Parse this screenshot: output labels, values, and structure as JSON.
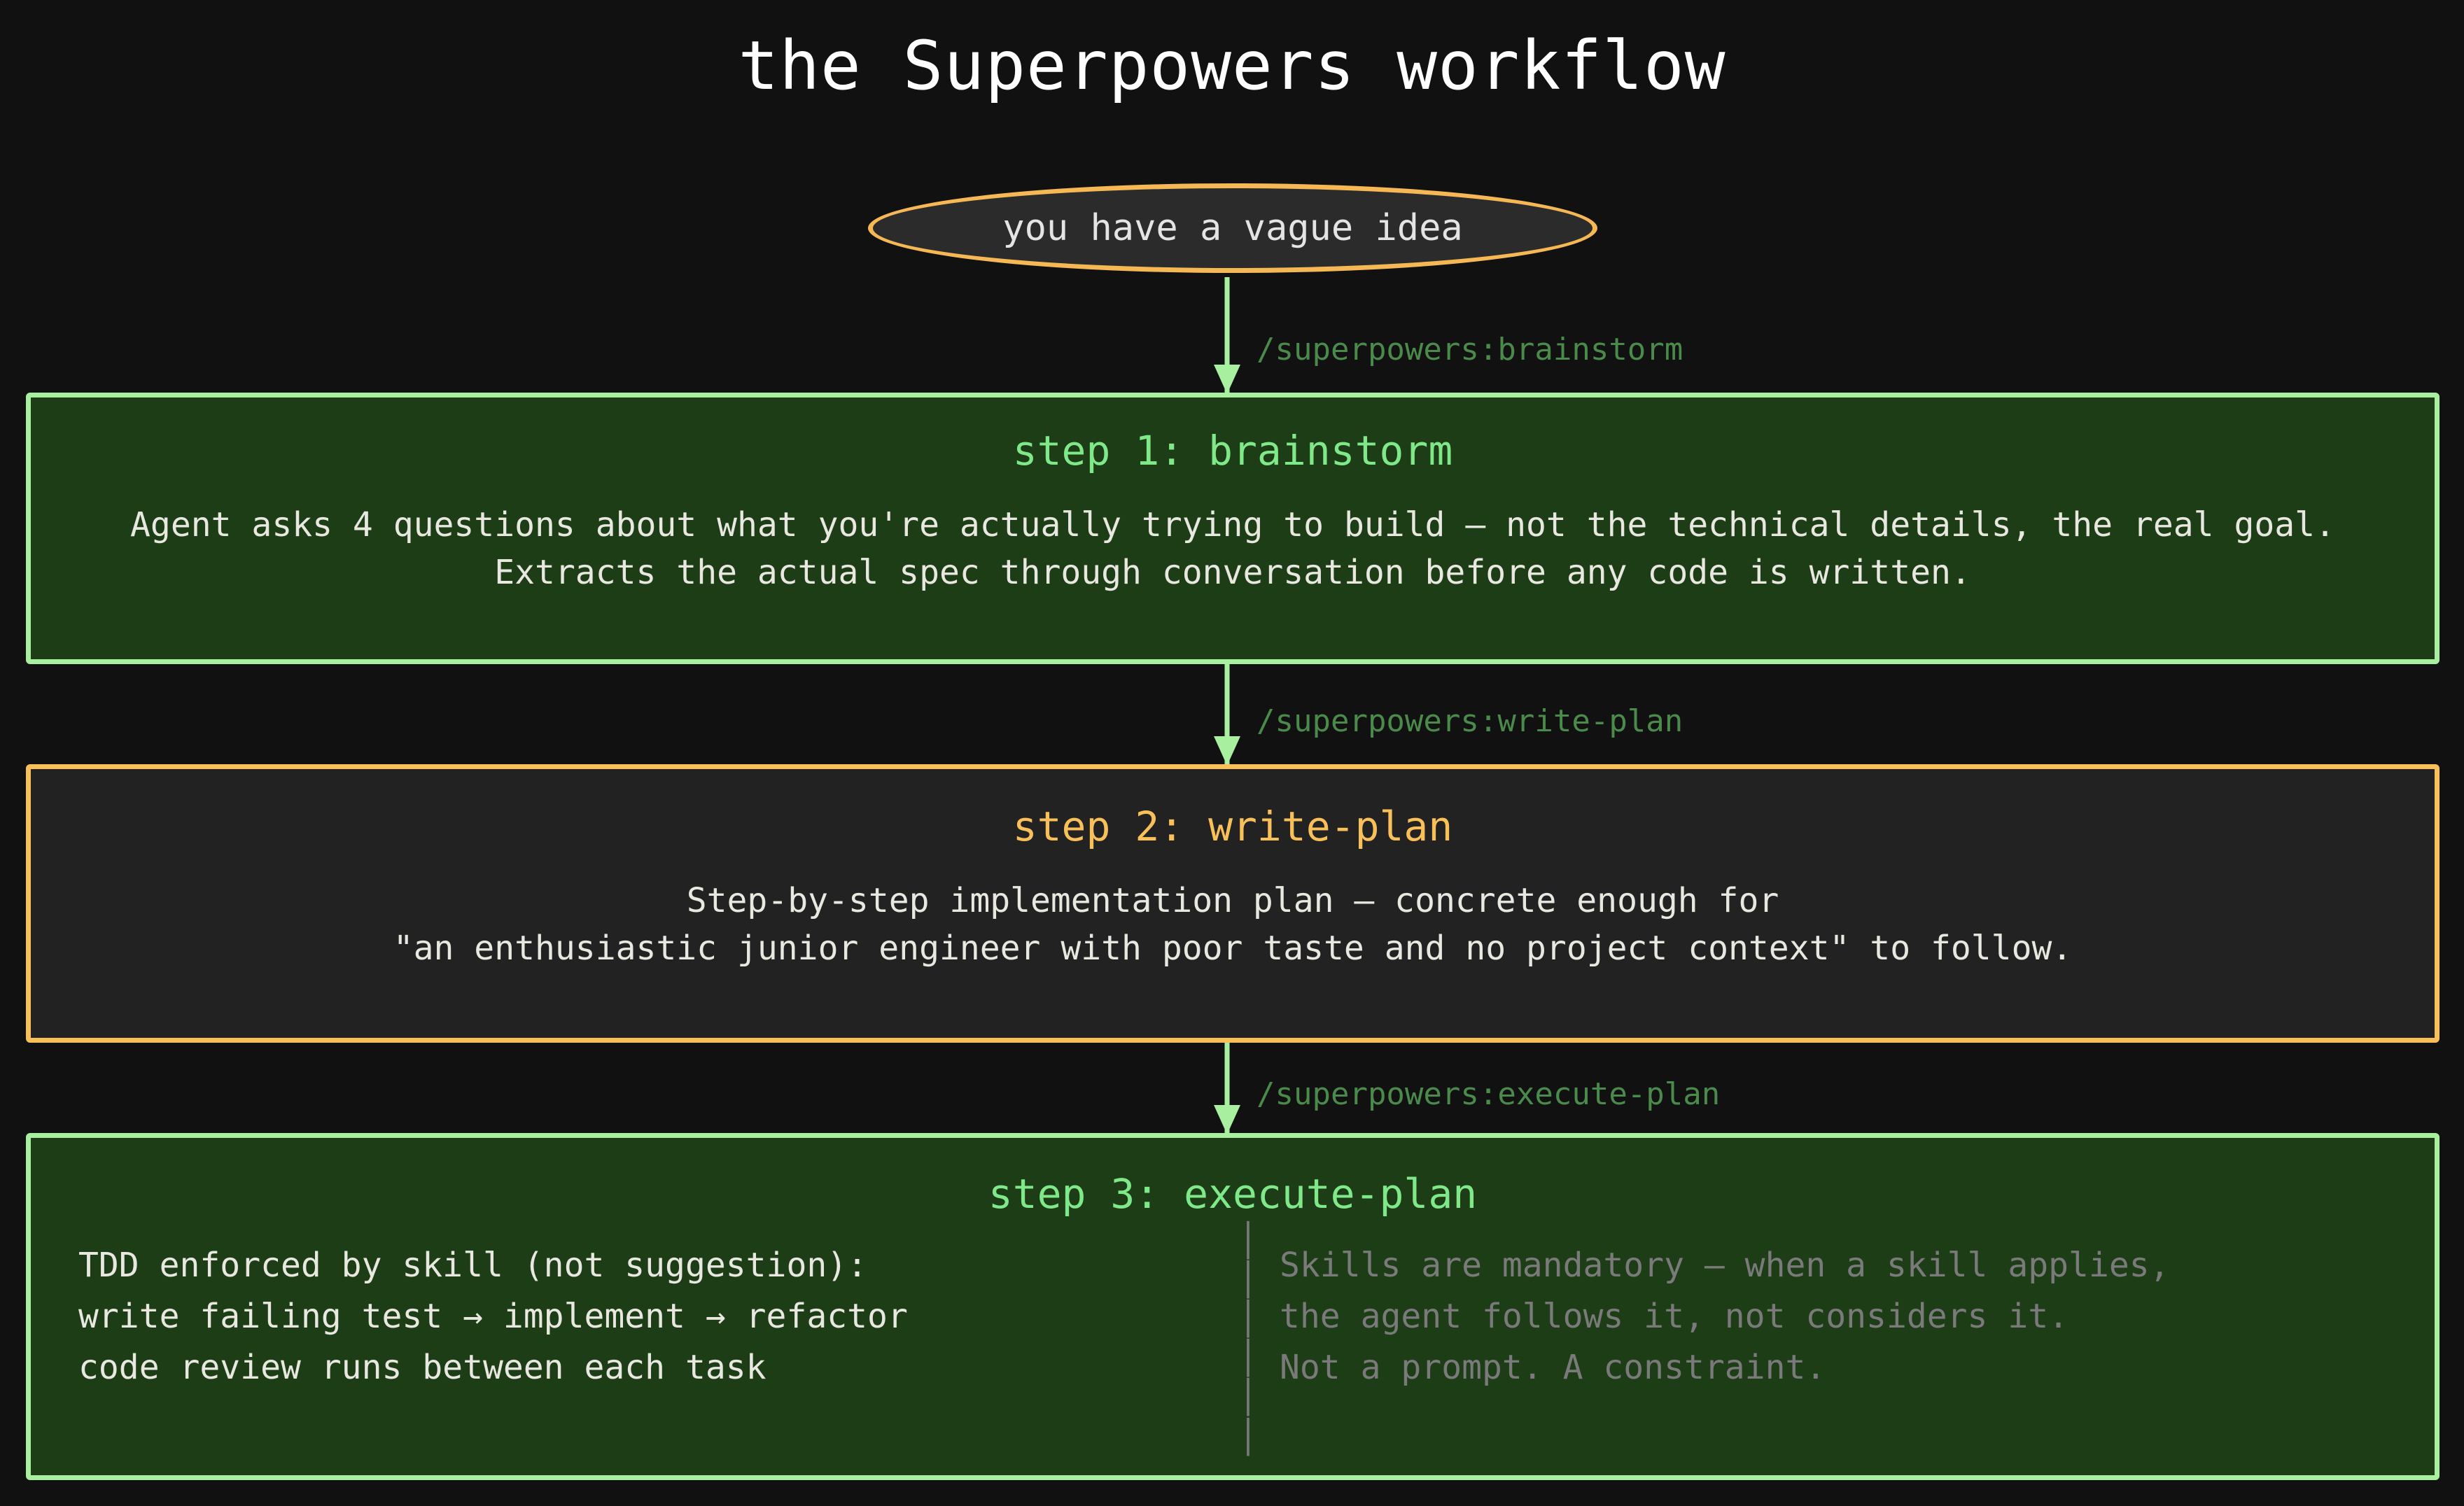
{
  "title": "the Superpowers workflow",
  "start_node": {
    "label": "you have a vague idea",
    "border_color": "#f5b855",
    "fill_color": "#2b2b2b"
  },
  "connectors": [
    {
      "label": "/superpowers:brainstorm",
      "color": "#a8f0a0",
      "label_color": "#4a8a4a"
    },
    {
      "label": "/superpowers:write-plan",
      "color": "#a8f0a0",
      "label_color": "#4a8a4a"
    },
    {
      "label": "/superpowers:execute-plan",
      "color": "#a8f0a0",
      "label_color": "#4a8a4a"
    }
  ],
  "steps": [
    {
      "heading": "step 1: brainstorm",
      "accent": "#a8f0a0",
      "heading_color": "#7fe889",
      "fill": "#1d3d16",
      "body": [
        "Agent asks 4 questions about what you're actually trying to build — not the technical details, the real goal.",
        "Extracts the actual spec through conversation before any code is written."
      ]
    },
    {
      "heading": "step 2: write-plan",
      "accent": "#f9c05a",
      "heading_color": "#f9c05a",
      "fill": "#222222",
      "body": [
        "Step-by-step implementation plan — concrete enough for",
        "\"an enthusiastic junior engineer with poor taste and no project context\" to follow."
      ]
    },
    {
      "heading": "step 3: execute-plan",
      "accent": "#a8f0a0",
      "heading_color": "#7fe889",
      "fill": "#1d3d16",
      "left_column": [
        "TDD enforced by skill (not suggestion):",
        "write failing test  →  implement  →  refactor",
        "code review runs between each task"
      ],
      "divider_glyphs": "│\n│\n│\n│\n│",
      "right_column": [
        "Skills are mandatory — when a skill applies,",
        "the agent follows it, not considers it.",
        "Not a prompt. A constraint."
      ],
      "right_column_color": "#7a7a7a"
    }
  ]
}
